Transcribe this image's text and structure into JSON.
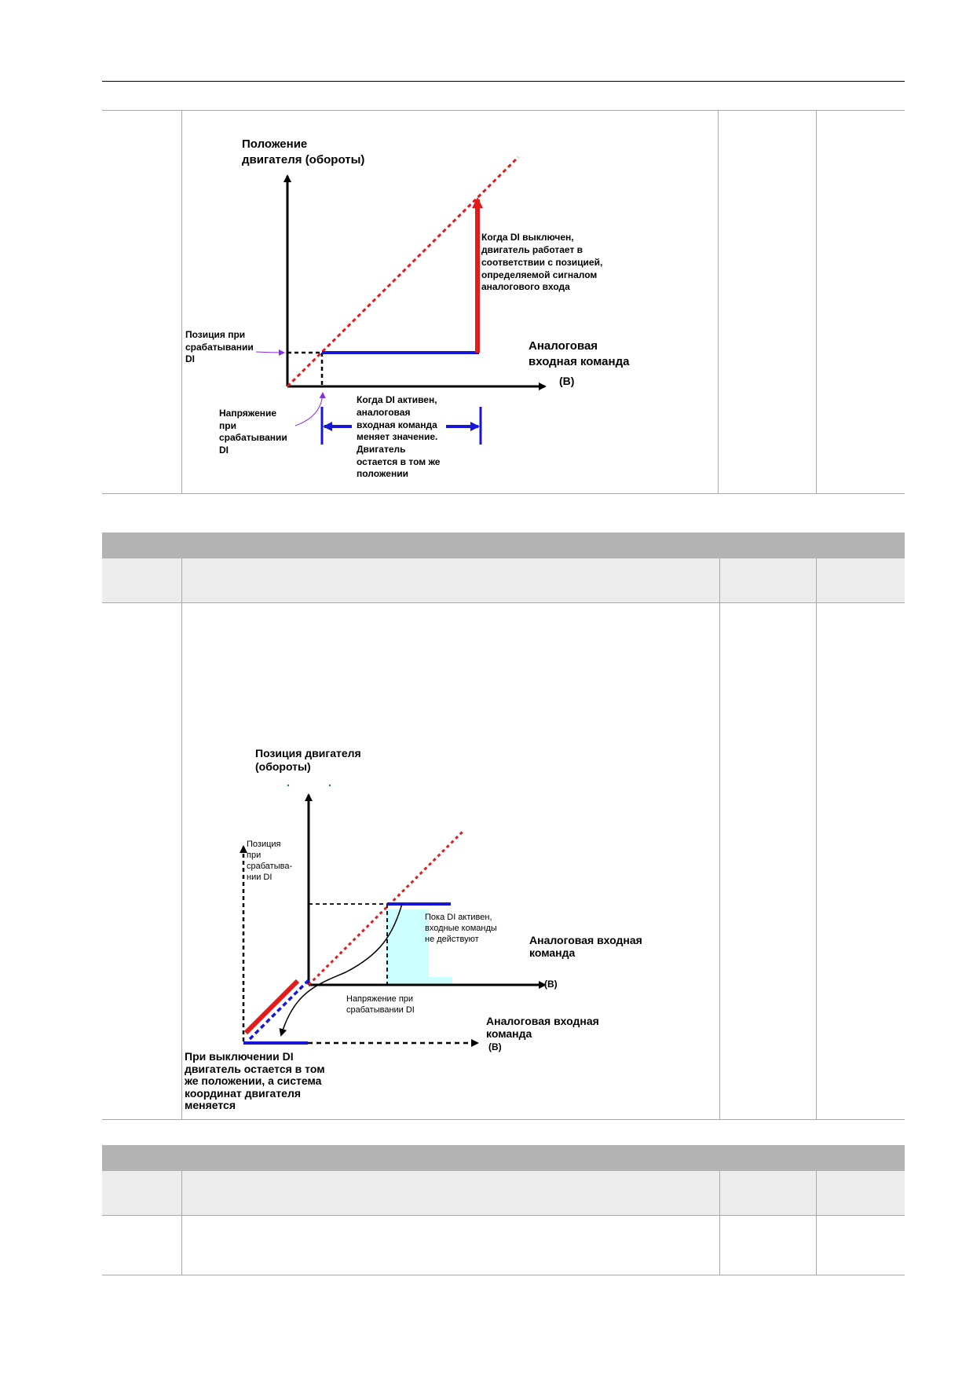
{
  "diagram1": {
    "y_axis_label": [
      "Положение",
      "двигателя (обороты)"
    ],
    "x_axis_label": [
      "Аналоговая",
      "входная команда"
    ],
    "x_unit": "(В)",
    "di_off_note": [
      "Когда DI выключен,",
      "двигатель работает в",
      "соответствии с позицией,",
      "определяемой сигналом",
      "аналогового входа"
    ],
    "position_at_di": [
      "Позиция при",
      "срабатывании",
      "DI"
    ],
    "voltage_at_di": [
      "Напряжение",
      "при",
      "срабатывании",
      "DI"
    ],
    "di_on_note": [
      "Когда DI активен,",
      "аналоговая",
      "входная команда",
      "меняет значение.",
      " Двигатель",
      "остается в том же",
      "положении"
    ],
    "colors": {
      "red": "#e31b1b",
      "blue": "#1616d6"
    }
  },
  "diagram2": {
    "y_axis_label": [
      "Позиция двигателя",
      "(обороты)"
    ],
    "position_at_di": [
      "Позиция",
      "при",
      "срабатыва-",
      "нии DI"
    ],
    "di_active_note": [
      "Пока DI активен,",
      "входные команды",
      "не действуют"
    ],
    "x_axis_label_1": [
      "Аналоговая входная",
      "команда"
    ],
    "x_unit_1": "(В)",
    "voltage_at_di": [
      "Напряжение при",
      "срабатывании DI"
    ],
    "x_axis_label_2": [
      "Аналоговая входная",
      "команда"
    ],
    "x_unit_2": "(В)",
    "di_off_note": [
      "При выключении DI",
      "двигатель остается в том",
      "же положении, а система",
      "координат двигателя",
      "меняется"
    ],
    "colors": {
      "red": "#e31b1b",
      "blue": "#1616d6",
      "cyan": "#ccffff"
    }
  }
}
